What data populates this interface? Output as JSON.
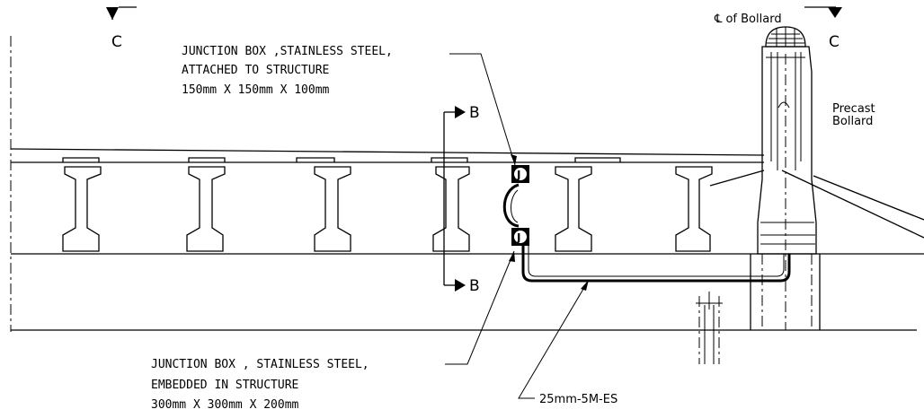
{
  "notes": {
    "jb_top_line1": "JUNCTION BOX ,STAINLESS STEEL,",
    "jb_top_line2": "ATTACHED TO  STRUCTURE",
    "jb_top_line3": "150mm X 150mm X 100mm",
    "jb_bottom_line1": "JUNCTION BOX , STAINLESS STEEL,",
    "jb_bottom_line2": "EMBEDDED IN STRUCTURE",
    "jb_bottom_line3": "300mm X 300mm X 200mm",
    "conduit": "25mm-5M-ES"
  },
  "section_marks": {
    "c_left": "C",
    "c_right": "C",
    "b_top": "B",
    "b_bottom": "B"
  },
  "bollard": {
    "centerline_label": "℄ of Bollard",
    "name_line1": "Precast",
    "name_line2": "Bollard"
  },
  "junction_box_symbol": "J"
}
